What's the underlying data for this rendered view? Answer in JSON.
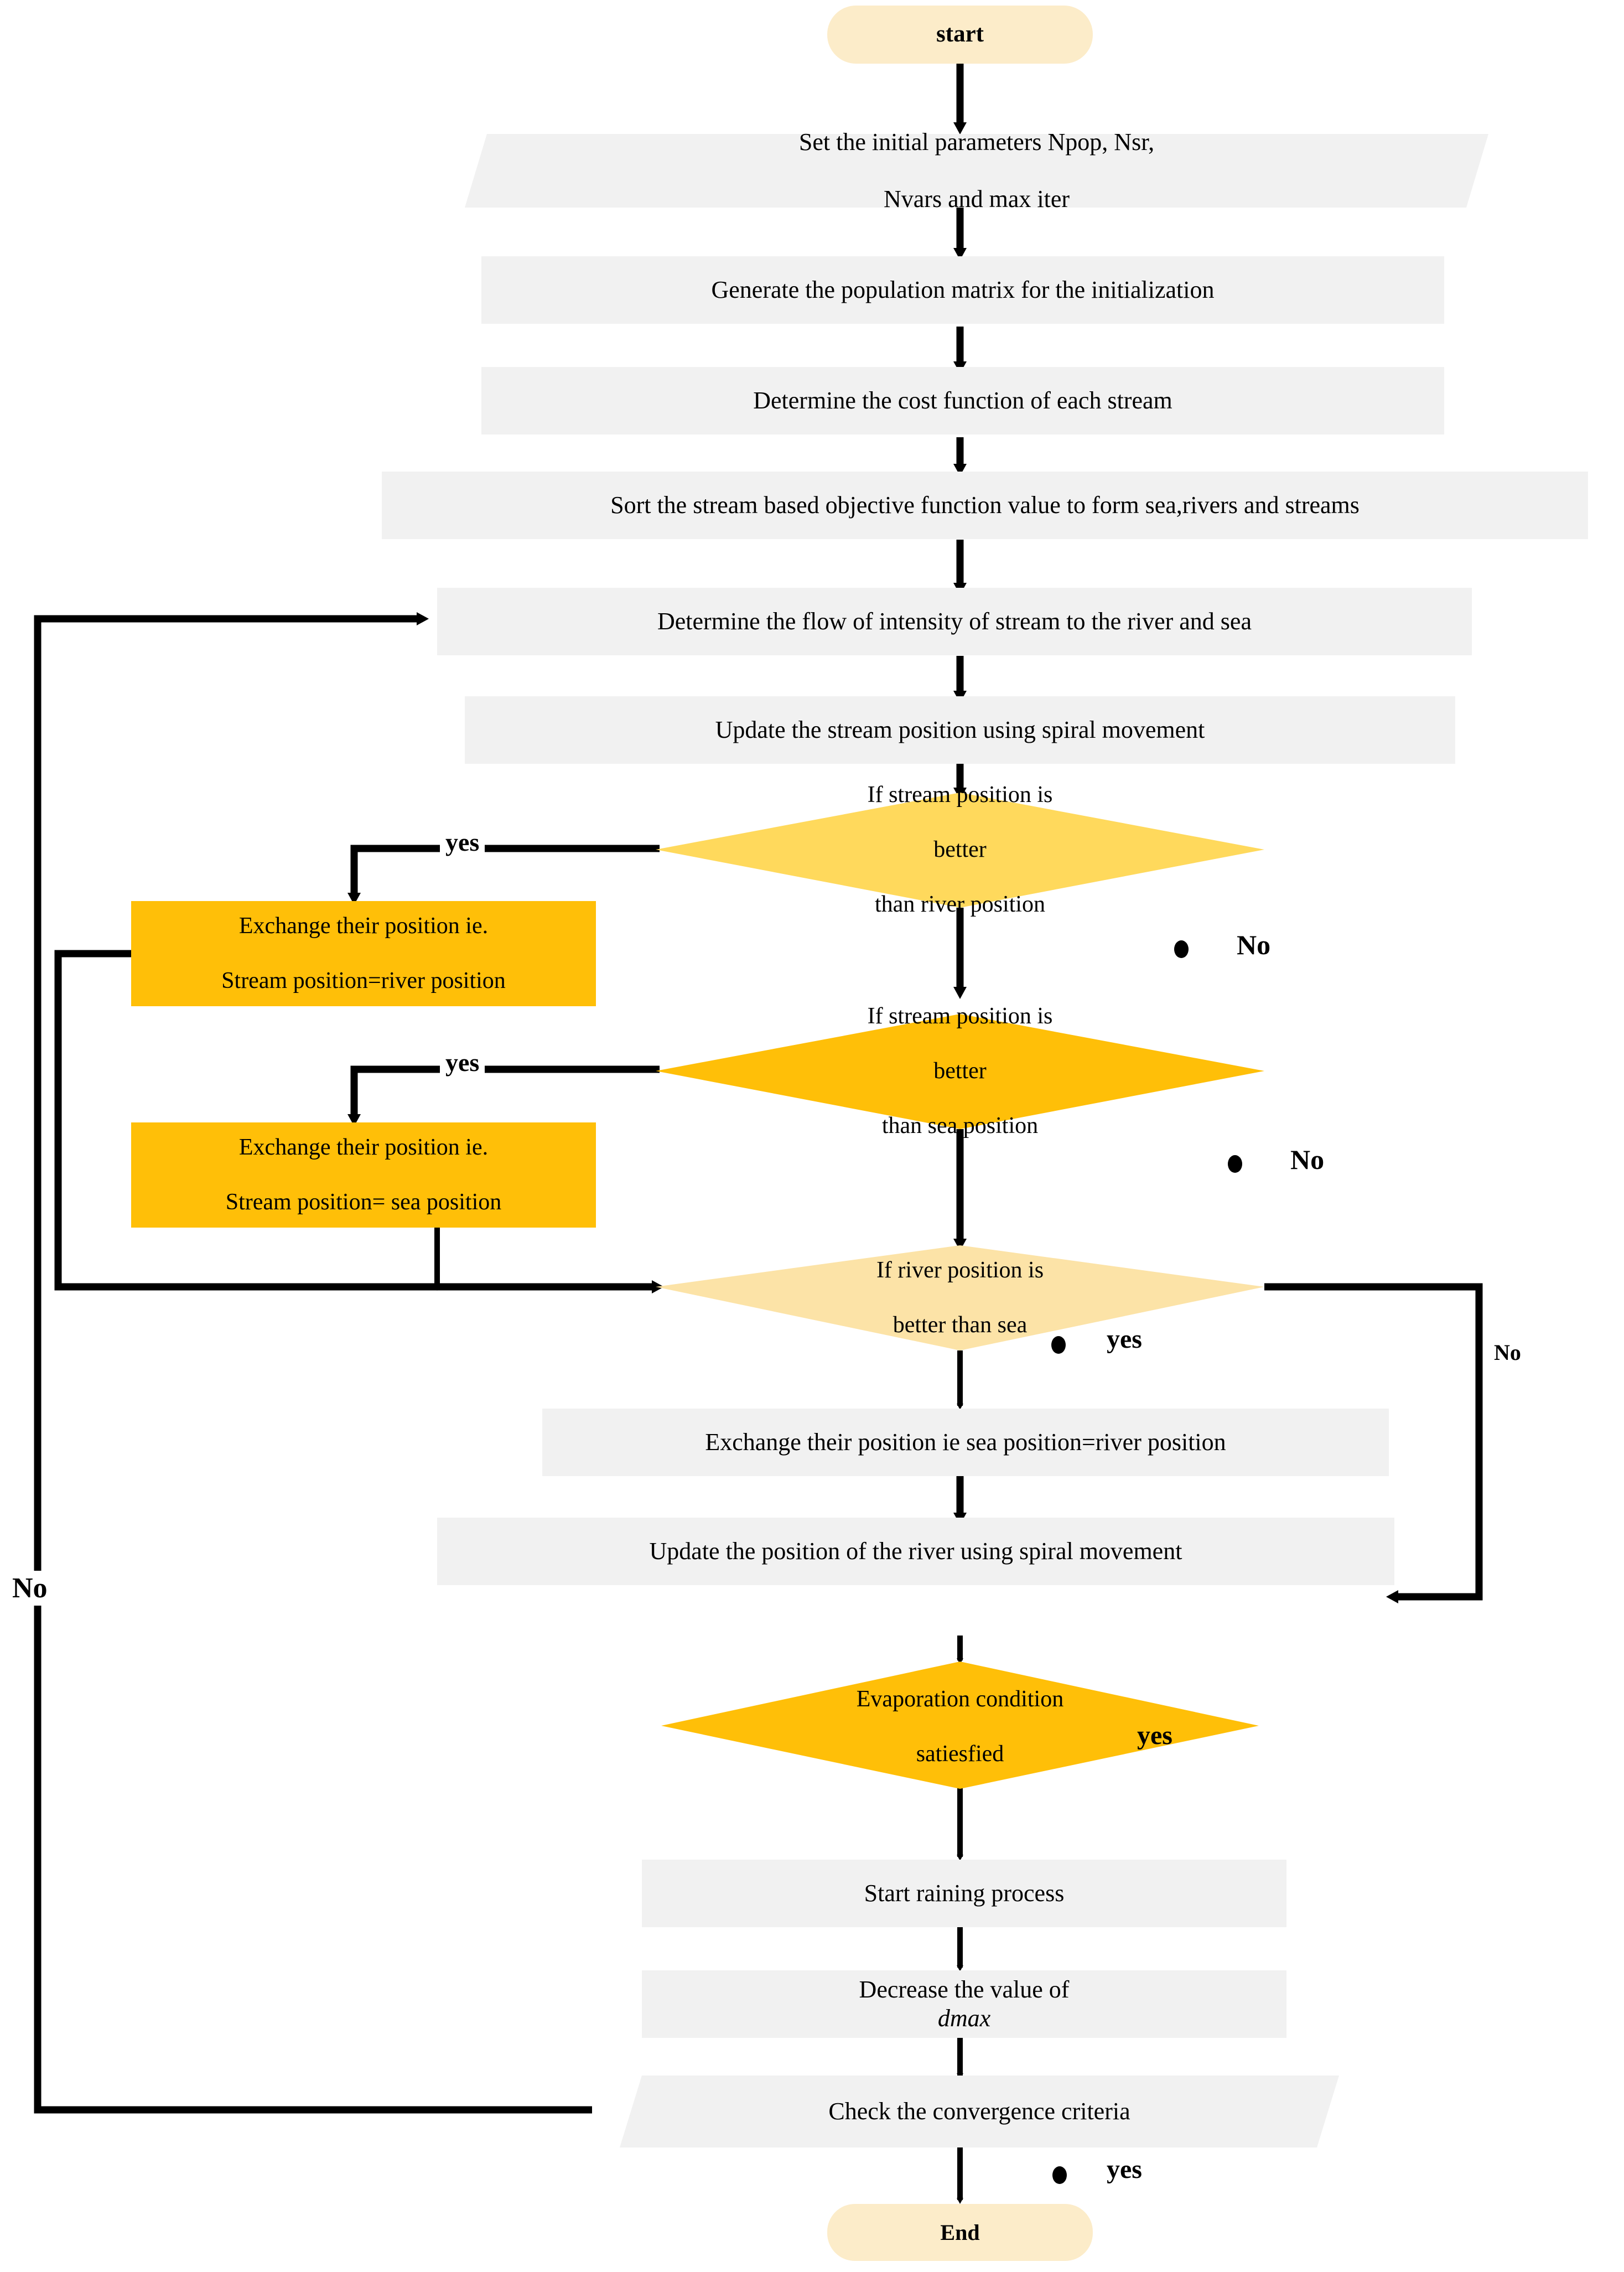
{
  "title": "Water Cycle Algorithm flowchart",
  "colors": {
    "terminator_fill": "#FCECC9",
    "process_fill": "#F1F1F1",
    "decision_light": "#FCE3A7",
    "decision_mid": "#FFD95C",
    "decision_dark": "#FFBF08",
    "action_fill": "#FFBF08",
    "line": "#000000"
  },
  "nodes": {
    "start": {
      "label": "start",
      "shape": "terminator"
    },
    "set_params": {
      "line1": "Set the initial parameters Npop, Nsr,",
      "line2": "Nvars and max iter",
      "shape": "parallelogram"
    },
    "generate_population": {
      "label": "Generate the population matrix for the initialization",
      "shape": "process"
    },
    "cost_function": {
      "label": "Determine the cost function of each stream",
      "shape": "process"
    },
    "sort_stream": {
      "label": "Sort the stream based objective function value to form sea,rivers and streams",
      "shape": "process"
    },
    "flow_intensity": {
      "label": "Determine the flow of intensity of stream to the river and sea",
      "shape": "process"
    },
    "update_stream": {
      "label": "Update the stream position  using spiral movement",
      "shape": "process"
    },
    "decision_stream_vs_river": {
      "line1": "If stream position is",
      "line2": "better",
      "line3": "than river position",
      "shape": "decision"
    },
    "exchange_stream_river": {
      "line1": "Exchange their position ie.",
      "line2": "Stream position=river position",
      "shape": "action"
    },
    "decision_stream_vs_sea": {
      "line1": "If stream position is",
      "line2": "better",
      "line3": "than sea position",
      "shape": "decision"
    },
    "exchange_stream_sea": {
      "line1": "Exchange their position ie.",
      "line2": "Stream position= sea position",
      "shape": "action"
    },
    "decision_river_vs_sea": {
      "line1": "If river position is",
      "line2": "better  than sea",
      "shape": "decision"
    },
    "exchange_sea_river": {
      "label": "Exchange their position ie sea position=river position",
      "shape": "process"
    },
    "update_river": {
      "label": "Update the position of the river using spiral movement",
      "shape": "process"
    },
    "decision_evaporation": {
      "line1": "Evaporation condition",
      "line2": "satiesfied",
      "shape": "decision"
    },
    "start_raining": {
      "label": "Start raining process",
      "shape": "process"
    },
    "decrease_dmax": {
      "prefix": "Decrease the value of ",
      "italic": "dmax",
      "shape": "process"
    },
    "check_convergence": {
      "label": "Check the convergence criteria",
      "shape": "parallelogram"
    },
    "end": {
      "label": "End",
      "shape": "terminator"
    }
  },
  "edge_labels": {
    "yes_stream_river": "yes",
    "no_stream_river": "No",
    "yes_stream_sea": "yes",
    "no_stream_sea": "No",
    "yes_river_sea": "yes",
    "no_river_sea": "No",
    "yes_evaporation": "yes",
    "yes_convergence": "yes",
    "no_convergence": "No"
  }
}
